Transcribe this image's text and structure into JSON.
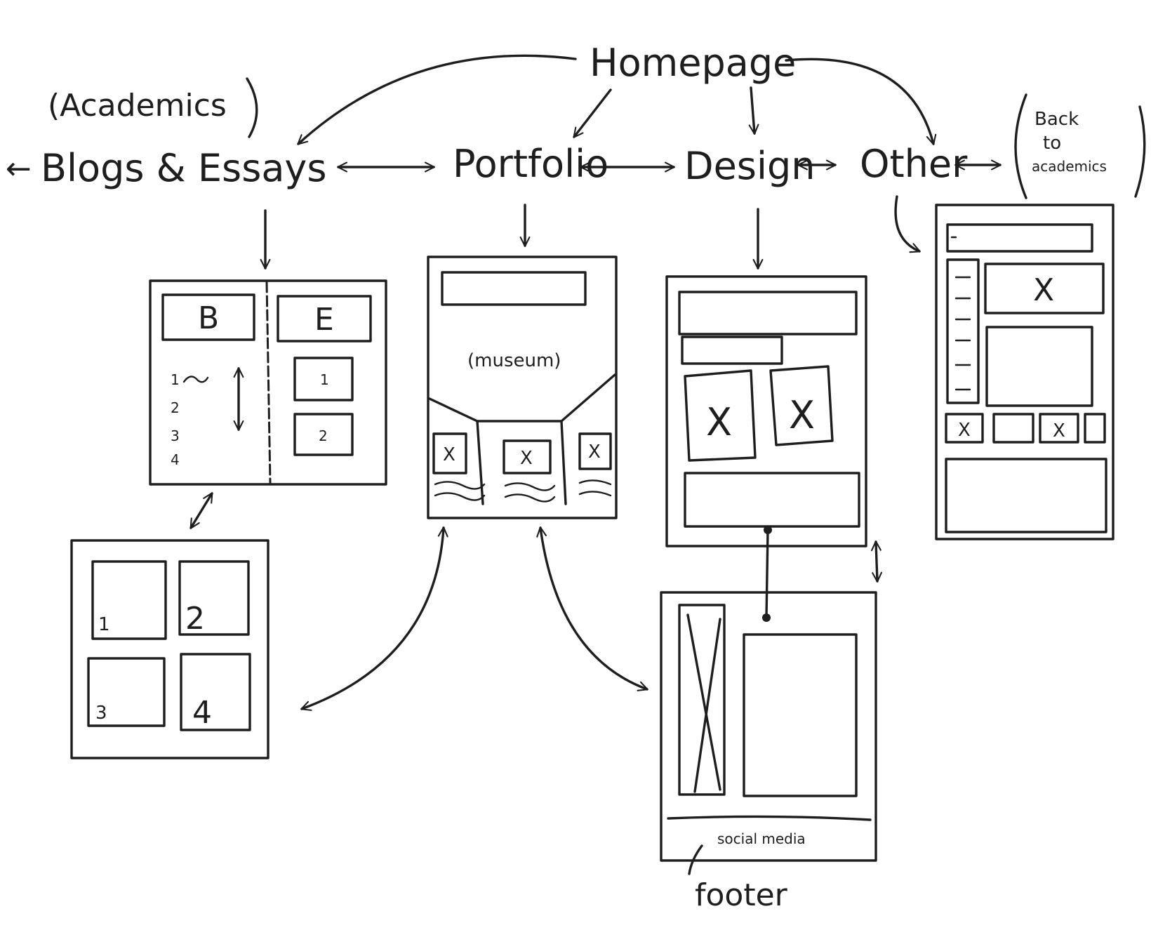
{
  "nodes": {
    "homepage": "Homepage",
    "academics_note": "(Academics",
    "back_arrow": "←",
    "blogs_essays": "Blogs & Essays",
    "portfolio": "Portfolio",
    "design": "Design",
    "other": "Other",
    "back_to_academics": [
      "Back",
      "to",
      "academics"
    ]
  },
  "blogs_page": {
    "b_label": "B",
    "e_label": "E",
    "list": [
      "1",
      "2",
      "3",
      "4"
    ],
    "cards": [
      "1",
      "2"
    ]
  },
  "grid_page": {
    "cells": [
      "1",
      "2",
      "3",
      "4"
    ]
  },
  "portfolio_page": {
    "museum_label": "(museum)"
  },
  "design_detail": {
    "social_label": "social media",
    "footer_label": "footer"
  },
  "x_mark": "X"
}
